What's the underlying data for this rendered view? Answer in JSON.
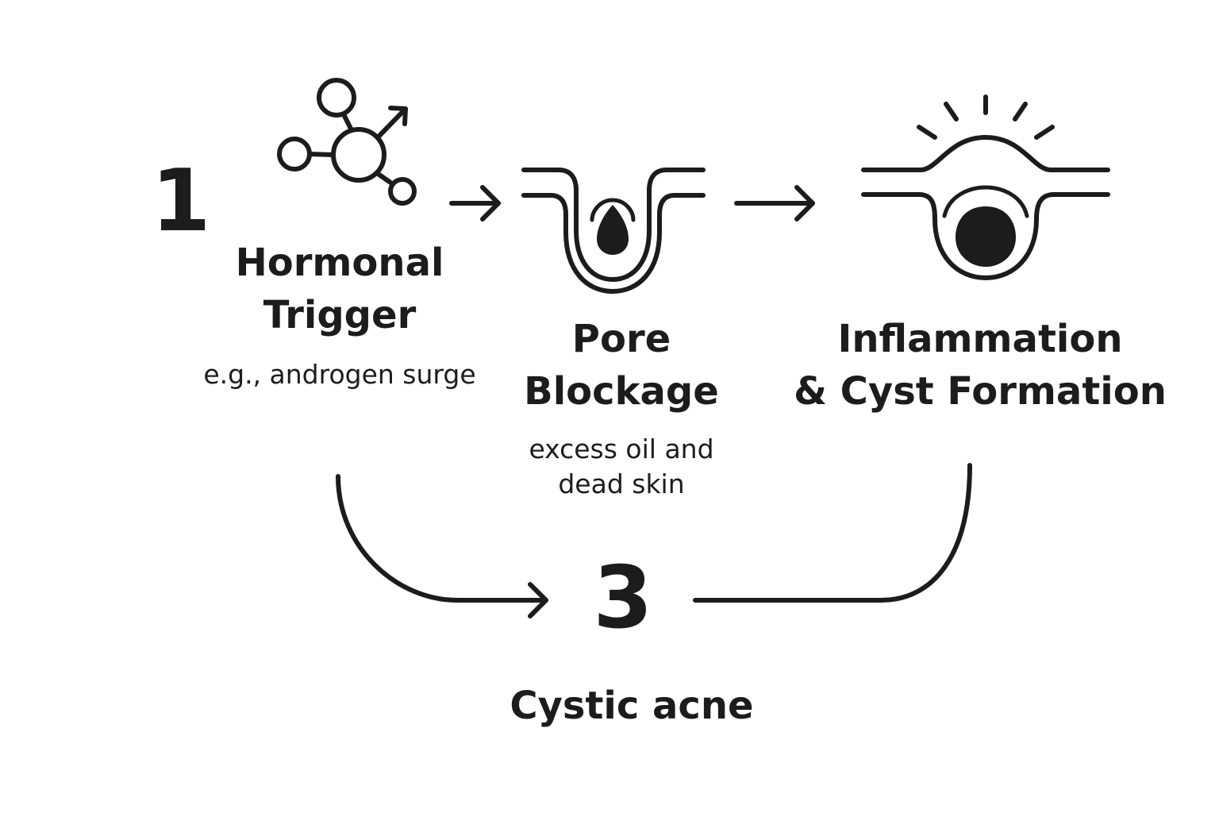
{
  "diagram": {
    "step1": {
      "number": "1",
      "title_lines": [
        "Hormonal",
        "Trigger"
      ],
      "subtitle": "e.g., androgen surge",
      "icon": "molecule-icon"
    },
    "step2": {
      "title_lines": [
        "Pore",
        "Blockage"
      ],
      "subtitle_lines": [
        "excess oil and",
        "dead skin"
      ],
      "icon": "blocked-pore-icon"
    },
    "step3": {
      "title_lines": [
        "Inflammation",
        "& Cyst Formation"
      ],
      "icon": "inflamed-cyst-icon"
    },
    "outcome": {
      "number": "3",
      "title": "Cystic acne"
    },
    "colors": {
      "ink": "#1c1c1c",
      "background": "#ffffff"
    }
  }
}
